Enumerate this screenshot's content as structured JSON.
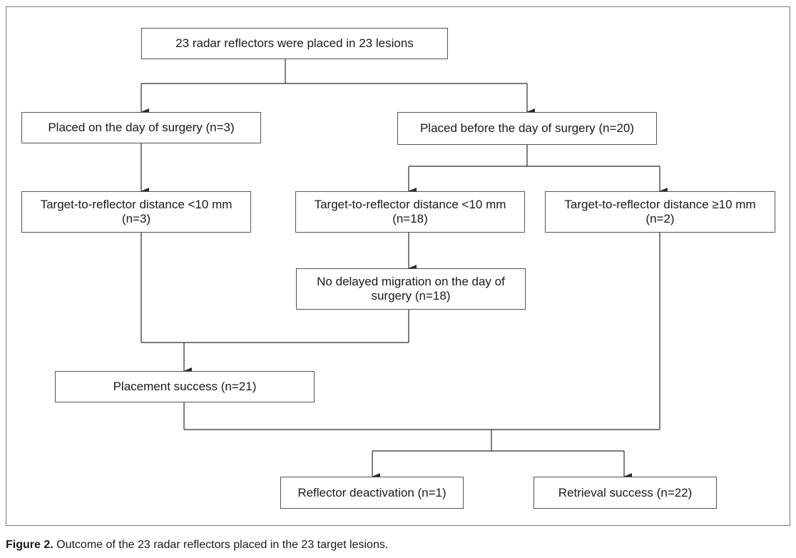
{
  "nodes": {
    "root": "23 radar reflectors were placed in 23 lesions",
    "same_day": "Placed on the day of surgery (n=3)",
    "before_day": "Placed before the day of surgery (n=20)",
    "same_day_lt10": "Target-to-reflector distance <10 mm\n(n=3)",
    "before_lt10": "Target-to-reflector distance <10 mm\n(n=18)",
    "before_ge10": "Target-to-reflector distance ≥10 mm\n(n=2)",
    "no_migration": "No delayed migration on the day of\nsurgery (n=18)",
    "placement_success": "Placement success (n=21)",
    "deactivation": "Reflector deactivation (n=1)",
    "retrieval_success": "Retrieval success (n=22)"
  },
  "caption": {
    "label": "Figure 2.",
    "text": " Outcome of the 23 radar reflectors placed in the 23 target lesions."
  },
  "colors": {
    "line": "#2b2b2b",
    "box_border": "#555555",
    "frame": "#7a7a7a"
  }
}
